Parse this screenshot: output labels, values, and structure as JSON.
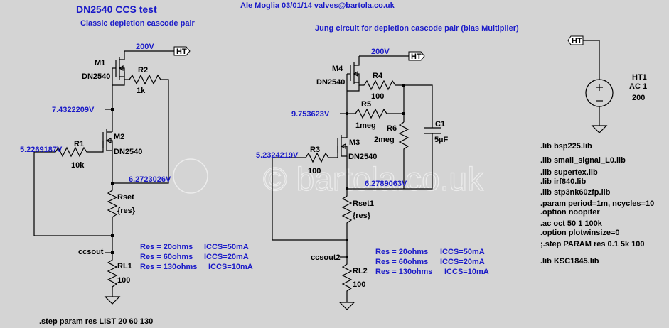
{
  "header": {
    "title": "DN2540 CCS test",
    "author": "Ale Moglia 03/01/14  valves@bartola.co.uk",
    "left_subtitle": "Classic depletion cascode pair",
    "right_subtitle": "Jung circuit for depletion cascode pair (bias Multiplier)"
  },
  "watermark": "© bartola.co.uk",
  "left_circuit": {
    "supply_voltage": "200V",
    "ht_label": "HT",
    "m1_name": "M1",
    "m1_model": "DN2540",
    "r2_name": "R2",
    "r2_value": "1k",
    "node_voltage_1": "7.4322209V",
    "node_voltage_2": "5.2269187V",
    "r1_name": "R1",
    "r1_value": "10k",
    "m2_name": "M2",
    "m2_model": "DN2540",
    "node_voltage_3": "6.2723026V",
    "rset_name": "Rset",
    "rset_value": "{res}",
    "output_net": "ccsout",
    "rl_name": "RL1",
    "rl_value": "100",
    "results": [
      {
        "res": "Res = 20ohms",
        "iccs": "ICCS=50mA"
      },
      {
        "res": "Res = 60ohms",
        "iccs": "ICCS=20mA"
      },
      {
        "res": "Res = 130ohms",
        "iccs": "ICCS=10mA"
      }
    ],
    "step_directive": ".step param res LIST 20 60 130"
  },
  "right_circuit": {
    "supply_voltage": "200V",
    "ht_label": "HT",
    "m4_name": "M4",
    "m4_model": "DN2540",
    "r4_name": "R4",
    "r4_value": "100",
    "node_voltage_1": "9.753623V",
    "r5_name": "R5",
    "r5_value": "1meg",
    "r6_name": "R6",
    "r6_value": "2meg",
    "c1_name": "C1",
    "c1_value": "5µF",
    "node_voltage_2": "5.2324219V",
    "r3_name": "R3",
    "r3_value": "100",
    "m3_name": "M3",
    "m3_model": "DN2540",
    "node_voltage_3": "6.2789063V",
    "rset_name": "Rset1",
    "rset_value": "{res}",
    "output_net": "ccsout2",
    "rl_name": "RL2",
    "rl_value": "100",
    "results": [
      {
        "res": "Res = 20ohms",
        "iccs": "ICCS=50mA"
      },
      {
        "res": "Res = 60ohms",
        "iccs": "ICCS=20mA"
      },
      {
        "res": "Res = 130ohms",
        "iccs": "ICCS=10mA"
      }
    ]
  },
  "source": {
    "ht_label": "HT",
    "name": "HT1",
    "ac": "AC 1",
    "value": "200"
  },
  "directives": [
    ".lib bsp225.lib",
    ".lib small_signal_L0.lib",
    ".lib supertex.lib",
    ".lib irf840.lib",
    ".lib stp3nk60zfp.lib",
    ".param period=1m, ncycles=10",
    ".option noopiter",
    ".ac oct 50 1 100k",
    ".option plotwinsize=0",
    ";.step PARAM res 0.1 5k 100",
    ".lib KSC1845.lib"
  ]
}
